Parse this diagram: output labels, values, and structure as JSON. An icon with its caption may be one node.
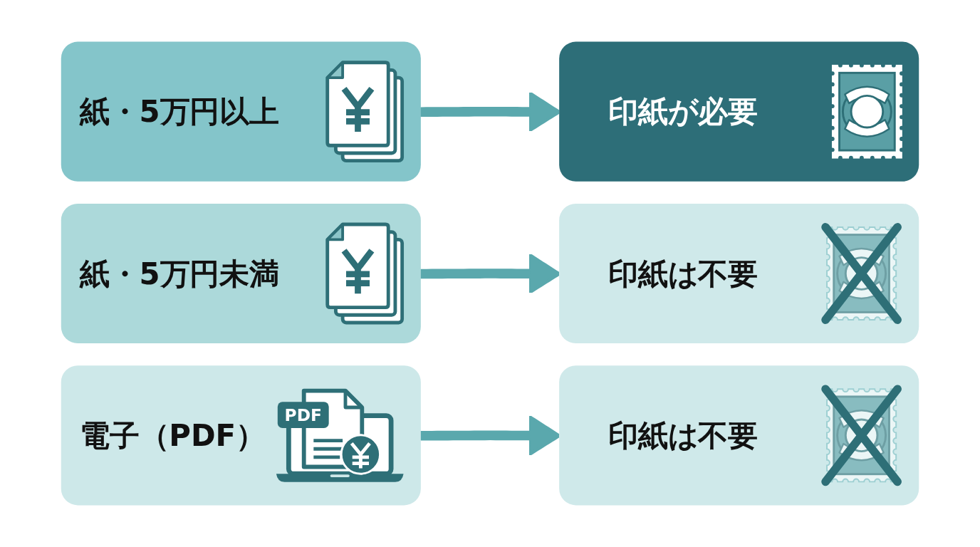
{
  "diagram": {
    "nodes": [
      {
        "text": [
          "紙・5万円以上"
        ]
      },
      {
        "text": [
          "印紙が必要"
        ]
      },
      {
        "text": [
          "紙・5万円未満"
        ]
      },
      {
        "text": [
          "印紙は不要"
        ]
      },
      {
        "text": [
          "電子（PDF）"
        ]
      },
      {
        "text": [
          "印紙は不要"
        ]
      }
    ],
    "edges": [
      {
        "from": 0,
        "to": 1,
        "arrow": "to"
      },
      {
        "from": 2,
        "to": 3,
        "arrow": "to"
      },
      {
        "from": 4,
        "to": 5,
        "arrow": "to"
      }
    ],
    "labels": [
      "PDF"
    ]
  }
}
